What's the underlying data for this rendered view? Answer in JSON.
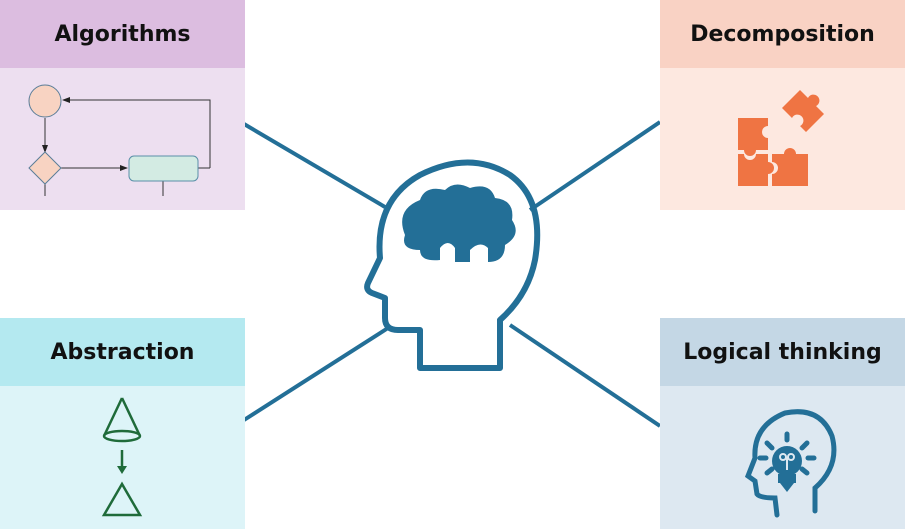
{
  "panels": {
    "algorithms": {
      "title": "Algorithms",
      "header_color": "#dcbde0",
      "body_color": "#eddff0"
    },
    "decomposition": {
      "title": "Decomposition",
      "header_color": "#f9d2c4",
      "body_color": "#fde8e0"
    },
    "abstraction": {
      "title": "Abstraction",
      "header_color": "#b4e9f0",
      "body_color": "#ddf4f8"
    },
    "logical": {
      "title": "Logical thinking",
      "header_color": "#c4d7e5",
      "body_color": "#dde8f1"
    }
  },
  "colors": {
    "line": "#236f97",
    "puzzle": "#ef7443",
    "cone": "#1f6b3a"
  }
}
